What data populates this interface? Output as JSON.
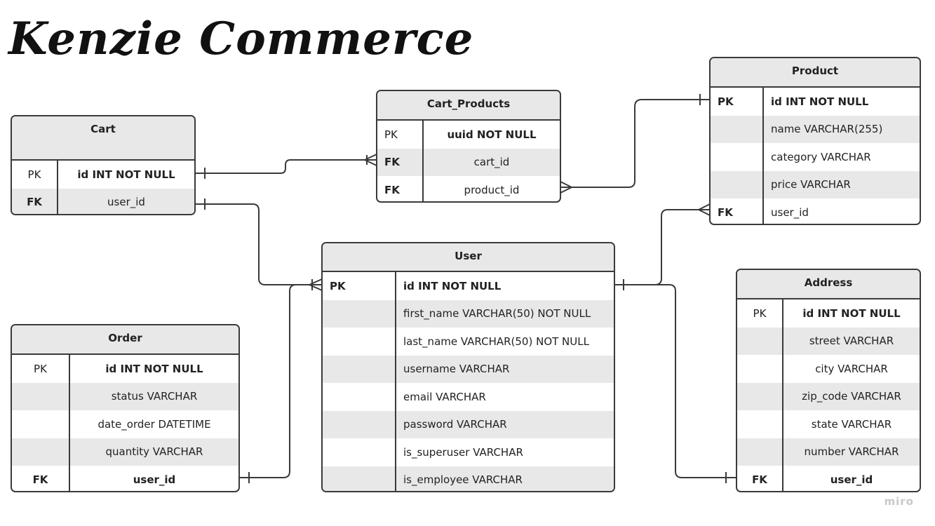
{
  "title": "Kenzie Commerce",
  "watermark": "miro",
  "colors": {
    "line": "#3a3a3a",
    "header_bg": "#e8e8e8",
    "alt_row_bg": "#e8e8e8"
  },
  "entities": {
    "cart": {
      "name": "Cart",
      "rows": [
        {
          "key": "PK",
          "field": "id INT NOT NULL",
          "key_bold": false,
          "field_bold": true
        },
        {
          "key": "FK",
          "field": "user_id",
          "key_bold": true,
          "field_bold": false
        }
      ]
    },
    "cart_products": {
      "name": "Cart_Products",
      "rows": [
        {
          "key": "PK",
          "field": "uuid NOT NULL",
          "key_bold": false,
          "field_bold": true
        },
        {
          "key": "FK",
          "field": "cart_id",
          "key_bold": true,
          "field_bold": false
        },
        {
          "key": "FK",
          "field": "product_id",
          "key_bold": true,
          "field_bold": false
        }
      ]
    },
    "product": {
      "name": "Product",
      "rows": [
        {
          "key": "PK",
          "field": "id INT NOT NULL",
          "key_bold": true,
          "field_bold": true
        },
        {
          "key": "",
          "field": "name VARCHAR(255)",
          "key_bold": false,
          "field_bold": false
        },
        {
          "key": "",
          "field": "category VARCHAR",
          "key_bold": false,
          "field_bold": false
        },
        {
          "key": "",
          "field": "price VARCHAR",
          "key_bold": false,
          "field_bold": false
        },
        {
          "key": "FK",
          "field": "user_id",
          "key_bold": true,
          "field_bold": false
        }
      ]
    },
    "user": {
      "name": "User",
      "rows": [
        {
          "key": "PK",
          "field": "id INT NOT NULL",
          "key_bold": true,
          "field_bold": true
        },
        {
          "key": "",
          "field": "first_name VARCHAR(50) NOT NULL",
          "key_bold": false,
          "field_bold": false
        },
        {
          "key": "",
          "field": "last_name VARCHAR(50) NOT NULL",
          "key_bold": false,
          "field_bold": false
        },
        {
          "key": "",
          "field": "username VARCHAR",
          "key_bold": false,
          "field_bold": false
        },
        {
          "key": "",
          "field": "email VARCHAR",
          "key_bold": false,
          "field_bold": false
        },
        {
          "key": "",
          "field": "password VARCHAR",
          "key_bold": false,
          "field_bold": false
        },
        {
          "key": "",
          "field": "is_superuser VARCHAR",
          "key_bold": false,
          "field_bold": false
        },
        {
          "key": "",
          "field": "is_employee VARCHAR",
          "key_bold": false,
          "field_bold": false
        }
      ]
    },
    "order": {
      "name": "Order",
      "rows": [
        {
          "key": "PK",
          "field": "id INT NOT NULL",
          "key_bold": false,
          "field_bold": true
        },
        {
          "key": "",
          "field": "status VARCHAR",
          "key_bold": false,
          "field_bold": false
        },
        {
          "key": "",
          "field": "date_order DATETIME",
          "key_bold": false,
          "field_bold": false
        },
        {
          "key": "",
          "field": "quantity VARCHAR",
          "key_bold": false,
          "field_bold": false
        },
        {
          "key": "FK",
          "field": "user_id",
          "key_bold": true,
          "field_bold": true
        }
      ]
    },
    "address": {
      "name": "Address",
      "rows": [
        {
          "key": "PK",
          "field": "id INT NOT NULL",
          "key_bold": false,
          "field_bold": true
        },
        {
          "key": "",
          "field": "street VARCHAR",
          "key_bold": false,
          "field_bold": false
        },
        {
          "key": "",
          "field": "city VARCHAR",
          "key_bold": false,
          "field_bold": false
        },
        {
          "key": "",
          "field": "zip_code VARCHAR",
          "key_bold": false,
          "field_bold": false
        },
        {
          "key": "",
          "field": "state VARCHAR",
          "key_bold": false,
          "field_bold": false
        },
        {
          "key": "",
          "field": "number VARCHAR",
          "key_bold": false,
          "field_bold": false
        },
        {
          "key": "FK",
          "field": "user_id",
          "key_bold": true,
          "field_bold": true
        }
      ]
    }
  },
  "relationships": [
    {
      "from": "cart.id",
      "to": "cart_products.cart_id",
      "from_end": "one",
      "to_end": "many"
    },
    {
      "from": "product.id",
      "to": "cart_products.product_id",
      "from_end": "one",
      "to_end": "many"
    },
    {
      "from": "user.id",
      "to": "cart.user_id",
      "from_end": "many",
      "to_end": "one"
    },
    {
      "from": "user.id",
      "to": "order.user_id",
      "from_end": "many",
      "to_end": "one"
    },
    {
      "from": "user.id",
      "to": "product.user_id",
      "from_end": "one",
      "to_end": "many"
    },
    {
      "from": "user.id",
      "to": "address.user_id",
      "from_end": "one",
      "to_end": "one"
    }
  ]
}
